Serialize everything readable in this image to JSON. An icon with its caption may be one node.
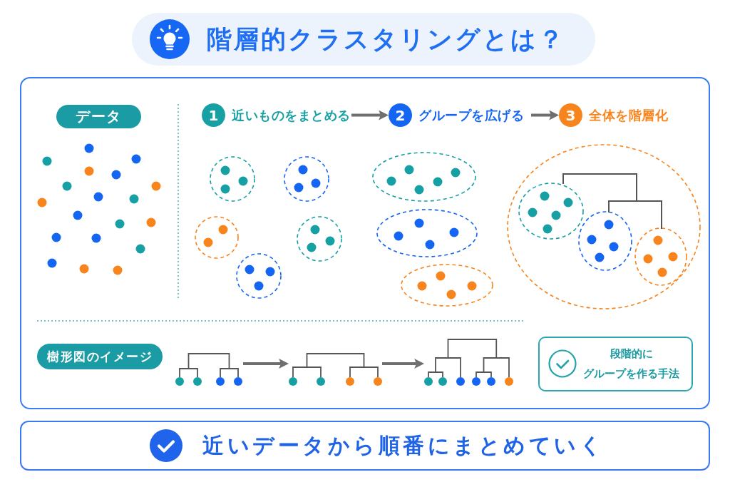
{
  "diagram": {
    "title": "階層的クラスタリングとは？",
    "nodes": [
      {
        "text": [],
        "shape": "box"
      },
      {
        "text": [
          "データ"
        ],
        "in": 0
      },
      {
        "text": [
          "1"
        ],
        "beside": [
          "近いものをまとめる"
        ],
        "in": 0
      },
      {
        "text": [
          "2"
        ],
        "beside": [
          "グループを広げる"
        ],
        "in": 0
      },
      {
        "text": [
          "3"
        ],
        "beside": [
          "全体を階層化"
        ],
        "in": 0
      },
      {
        "text": [
          "樹形図のイメージ"
        ],
        "in": 0
      },
      {
        "text": [],
        "shape": "picture",
        "in": 0
      },
      {
        "text": [],
        "shape": "picture",
        "in": 0
      },
      {
        "text": [],
        "shape": "picture",
        "in": 0
      },
      {
        "text": [
          "段階的にグループを作る手法"
        ],
        "in": 0
      },
      {
        "text": [
          "近いデータから順番にまとめていく"
        ]
      }
    ],
    "edges": [
      {
        "from": 2,
        "to": 3,
        "arrow": "to"
      },
      {
        "from": 3,
        "to": 4,
        "arrow": "to"
      },
      {
        "from": 6,
        "to": 7,
        "arrow": "to"
      },
      {
        "from": 7,
        "to": 8,
        "arrow": "to"
      }
    ]
  }
}
